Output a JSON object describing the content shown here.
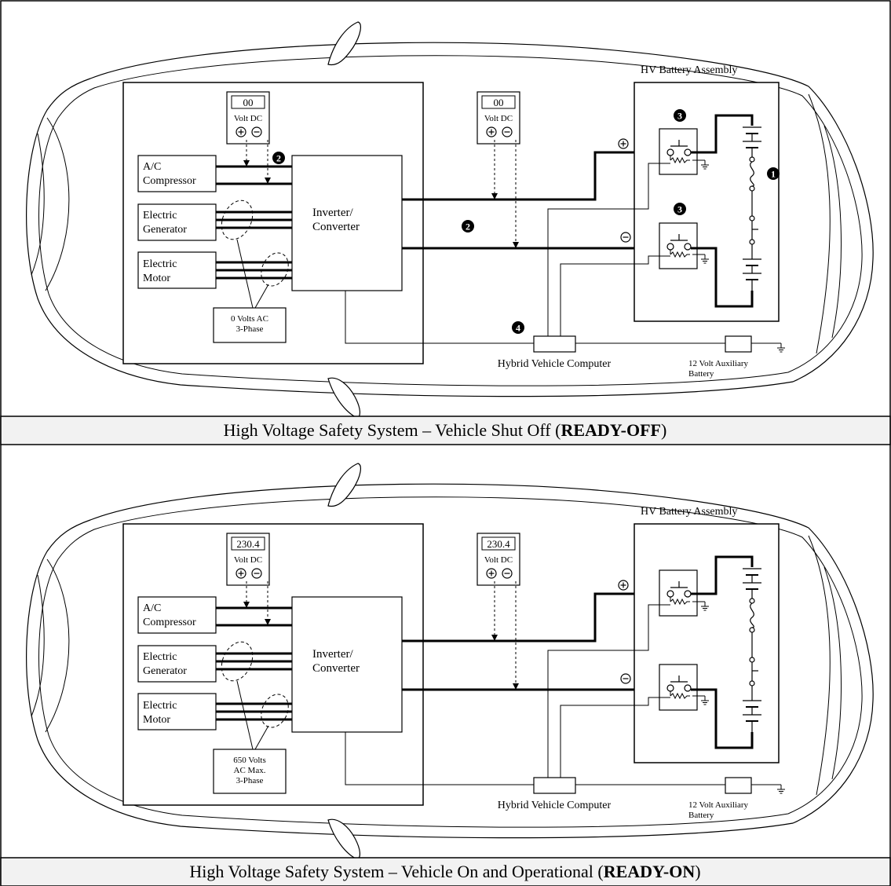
{
  "panels": [
    {
      "id": "ready-off",
      "hv_battery_label": "HV Battery Assembly",
      "meter_left_value": "00",
      "meter_right_value": "00",
      "meter_unit": "Volt DC",
      "ac_compressor": [
        "A/C",
        "Compressor"
      ],
      "electric_generator": [
        "Electric",
        "Generator"
      ],
      "electric_motor": [
        "Electric",
        "Motor"
      ],
      "inverter": [
        "Inverter/",
        "Converter"
      ],
      "callout": [
        "0 Volts AC",
        "3-Phase"
      ],
      "hybrid_computer": "Hybrid Vehicle Computer",
      "aux_battery": [
        "12 Volt Auxiliary",
        "Battery"
      ],
      "markers": {
        "fuse": "1",
        "cable": "2",
        "relay": "3",
        "computer": "4"
      },
      "caption_prefix": "High Voltage Safety System – Vehicle Shut Off (",
      "caption_bold": "READY-OFF",
      "caption_suffix": ")"
    },
    {
      "id": "ready-on",
      "hv_battery_label": "HV Battery Assembly",
      "meter_left_value": "230.4",
      "meter_right_value": "230.4",
      "meter_unit": "Volt DC",
      "ac_compressor": [
        "A/C",
        "Compressor"
      ],
      "electric_generator": [
        "Electric",
        "Generator"
      ],
      "electric_motor": [
        "Electric",
        "Motor"
      ],
      "inverter": [
        "Inverter/",
        "Converter"
      ],
      "callout": [
        "650 Volts",
        "AC Max.",
        "3-Phase"
      ],
      "hybrid_computer": "Hybrid Vehicle Computer",
      "aux_battery": [
        "12 Volt Auxiliary",
        "Battery"
      ],
      "markers": {},
      "caption_prefix": "High Voltage Safety System – Vehicle On and Operational (",
      "caption_bold": "READY-ON",
      "caption_suffix": ")"
    }
  ]
}
